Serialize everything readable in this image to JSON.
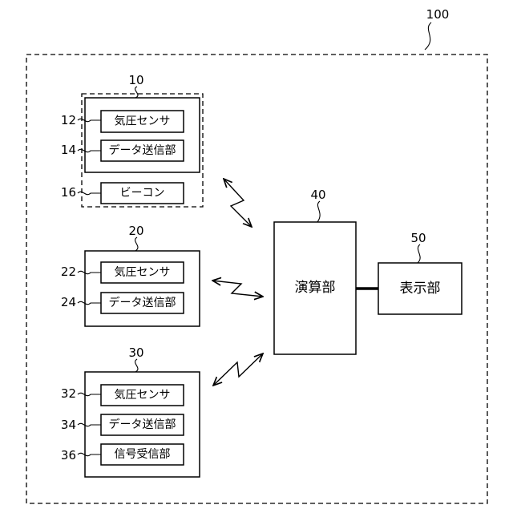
{
  "system": {
    "ref": "100"
  },
  "units": [
    {
      "ref": "10",
      "blocks": [
        {
          "ref": "12",
          "label": "気圧センサ"
        },
        {
          "ref": "14",
          "label": "データ送信部"
        },
        {
          "ref": "16",
          "label": "ビーコン"
        }
      ]
    },
    {
      "ref": "20",
      "blocks": [
        {
          "ref": "22",
          "label": "気圧センサ"
        },
        {
          "ref": "24",
          "label": "データ送信部"
        }
      ]
    },
    {
      "ref": "30",
      "blocks": [
        {
          "ref": "32",
          "label": "気圧センサ"
        },
        {
          "ref": "34",
          "label": "データ送信部"
        },
        {
          "ref": "36",
          "label": "信号受信部"
        }
      ]
    }
  ],
  "compute": {
    "ref": "40",
    "label": "演算部"
  },
  "display": {
    "ref": "50",
    "label": "表示部"
  }
}
